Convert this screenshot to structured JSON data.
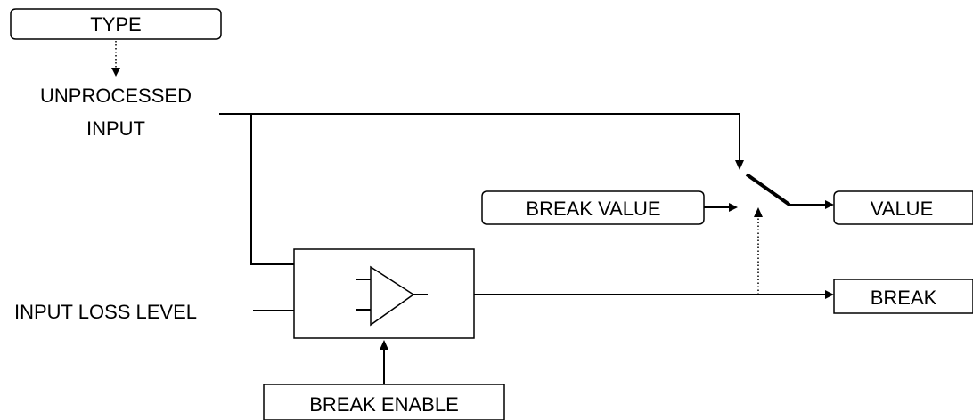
{
  "labels": {
    "type": "TYPE",
    "unprocessed_input_line1": "UNPROCESSED",
    "unprocessed_input_line2": "INPUT",
    "break_value": "BREAK VALUE",
    "value": "VALUE",
    "break": "BREAK",
    "input_loss_level": "INPUT LOSS LEVEL",
    "break_enable": "BREAK ENABLE"
  },
  "colors": {
    "line": "#000000",
    "background": "#ffffff"
  }
}
